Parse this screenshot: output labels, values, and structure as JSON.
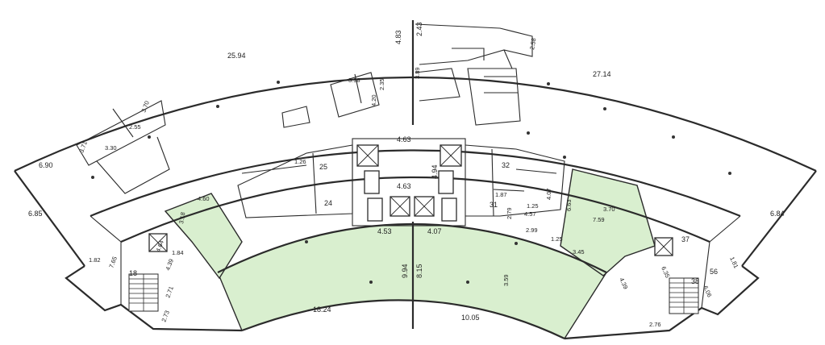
{
  "plan": {
    "outer_dimensions": [
      {
        "id": "top-left-arc",
        "text": "25.94"
      },
      {
        "id": "top-right-arc",
        "text": "27.14"
      },
      {
        "id": "left-wing-top",
        "text": "6.90"
      },
      {
        "id": "left-wing-bottom",
        "text": "6.85"
      },
      {
        "id": "right-wing",
        "text": "6.84"
      },
      {
        "id": "bottom-left-arc",
        "text": "18.24"
      },
      {
        "id": "bottom-right-arc",
        "text": "10.05"
      },
      {
        "id": "center-top",
        "text": "4.83"
      },
      {
        "id": "center-top-2",
        "text": "2.43"
      }
    ],
    "core_dimensions": [
      {
        "id": "core-top",
        "text": "4.63"
      },
      {
        "id": "core-mid",
        "text": "4.63"
      },
      {
        "id": "core-left-bottom",
        "text": "4.53"
      },
      {
        "id": "core-right-bottom",
        "text": "4.07"
      },
      {
        "id": "core-side",
        "text": "4.94"
      },
      {
        "id": "center-axis-1",
        "text": "9.94"
      },
      {
        "id": "center-axis-2",
        "text": "8.15"
      }
    ],
    "room_dimensions": [
      {
        "id": "r1",
        "text": "3.98"
      },
      {
        "id": "r2",
        "text": "4.20"
      },
      {
        "id": "r3",
        "text": "2.35"
      },
      {
        "id": "r4",
        "text": "3.89"
      },
      {
        "id": "r5",
        "text": "3.70"
      },
      {
        "id": "r6",
        "text": "2.55"
      },
      {
        "id": "r7",
        "text": "3.71"
      },
      {
        "id": "r8",
        "text": "3.30"
      },
      {
        "id": "r9",
        "text": "1.26"
      },
      {
        "id": "r10",
        "text": "4.60"
      },
      {
        "id": "r11",
        "text": "3.18"
      },
      {
        "id": "r12",
        "text": "1.82"
      },
      {
        "id": "r13",
        "text": "7.65"
      },
      {
        "id": "r14",
        "text": "4.39"
      },
      {
        "id": "r15",
        "text": "2.71"
      },
      {
        "id": "r16",
        "text": "2.73"
      },
      {
        "id": "r17",
        "text": "1.84"
      },
      {
        "id": "r18",
        "text": "4.64"
      },
      {
        "id": "r19",
        "text": "3.70"
      },
      {
        "id": "r20",
        "text": "7.59"
      },
      {
        "id": "r21",
        "text": "6.63"
      },
      {
        "id": "r22",
        "text": "4.07"
      },
      {
        "id": "r23",
        "text": "1.25"
      },
      {
        "id": "r24",
        "text": "2.79"
      },
      {
        "id": "r25",
        "text": "1.87"
      },
      {
        "id": "r26",
        "text": "4.57"
      },
      {
        "id": "r27",
        "text": "1.25"
      },
      {
        "id": "r28",
        "text": "2.99"
      },
      {
        "id": "r29",
        "text": "3.45"
      },
      {
        "id": "r30",
        "text": "6.35"
      },
      {
        "id": "r31",
        "text": "4.39"
      },
      {
        "id": "r32",
        "text": "6.06"
      },
      {
        "id": "r33",
        "text": "2.76"
      },
      {
        "id": "r34",
        "text": "1.81"
      },
      {
        "id": "r35",
        "text": "3.59"
      },
      {
        "id": "r36",
        "text": "2.58"
      }
    ],
    "room_numbers": [
      {
        "id": "n1",
        "text": "24"
      },
      {
        "id": "n2",
        "text": "25"
      },
      {
        "id": "n3",
        "text": "31"
      },
      {
        "id": "n4",
        "text": "32"
      },
      {
        "id": "n5",
        "text": "18"
      },
      {
        "id": "n6",
        "text": "38"
      },
      {
        "id": "n7",
        "text": "56"
      },
      {
        "id": "n8",
        "text": "37"
      }
    ],
    "colors": {
      "highlight": "#d9efcf",
      "wall": "#2b2b2b",
      "background": "#ffffff"
    }
  }
}
